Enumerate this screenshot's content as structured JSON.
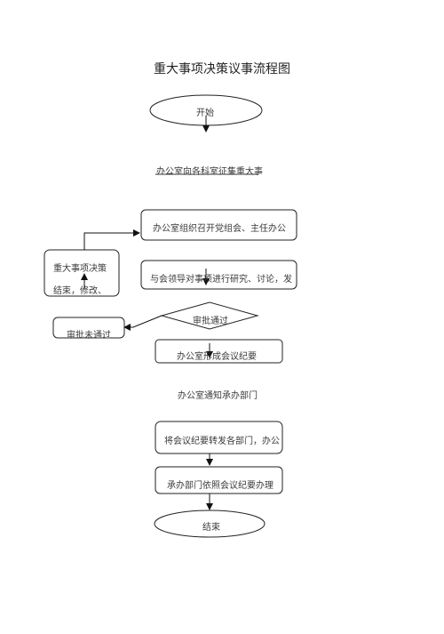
{
  "title": "重大事项决策议事流程图",
  "nodes": {
    "start": "开始",
    "collect": "办公室向各科室征集重大事",
    "organize": "办公室组织召开党组会、主任办公",
    "decision_line1": "重大事项决策",
    "decision_line2": "结束，修改、",
    "discuss": "与会领导对事项进行研究、讨论，发",
    "review": "审批通过",
    "rejected": "审批未通过",
    "minutes": "办公室形成会议纪要",
    "notify": "办公室通知承办部门",
    "forward": "将会议纪要转发各部门，办公",
    "execute": "承办部门依照会议纪要办理",
    "end": "结束"
  }
}
